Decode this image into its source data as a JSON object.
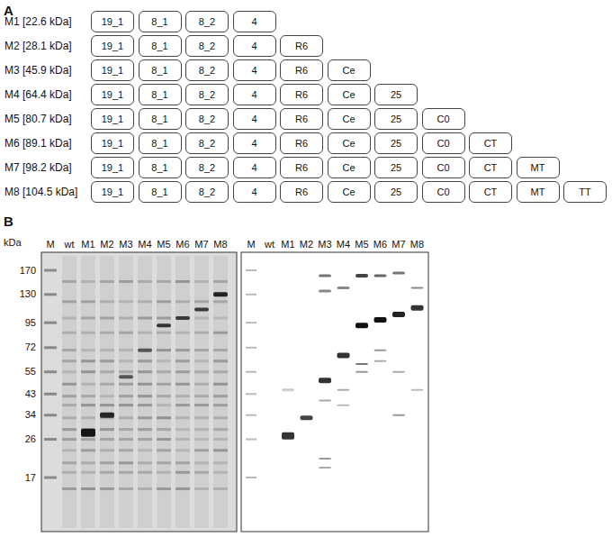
{
  "diagram": {
    "nodes": [
      {
        "text": [
          "19_1"
        ]
      },
      {
        "text": [
          "8_1"
        ]
      },
      {
        "text": [
          "8_2"
        ]
      },
      {
        "text": [
          "4"
        ]
      },
      {
        "text": [
          "19_1"
        ]
      },
      {
        "text": [
          "8_1"
        ]
      },
      {
        "text": [
          "8_2"
        ]
      },
      {
        "text": [
          "4"
        ]
      },
      {
        "text": [
          "R6"
        ]
      },
      {
        "text": [
          "19_1"
        ]
      },
      {
        "text": [
          "8_1"
        ]
      },
      {
        "text": [
          "8_2"
        ]
      },
      {
        "text": [
          "4"
        ]
      },
      {
        "text": [
          "R6"
        ]
      },
      {
        "text": [
          "Ce"
        ]
      },
      {
        "text": [
          "19_1"
        ]
      },
      {
        "text": [
          "8_1"
        ]
      },
      {
        "text": [
          "8_2"
        ]
      },
      {
        "text": [
          "4"
        ]
      },
      {
        "text": [
          "R6"
        ]
      },
      {
        "text": [
          "Ce"
        ]
      },
      {
        "text": [
          "25"
        ]
      },
      {
        "text": [
          "19_1"
        ]
      },
      {
        "text": [
          "8_1"
        ]
      },
      {
        "text": [
          "8_2"
        ]
      },
      {
        "text": [
          "4"
        ]
      },
      {
        "text": [
          "R6"
        ]
      },
      {
        "text": [
          "Ce"
        ]
      },
      {
        "text": [
          "25"
        ]
      },
      {
        "text": [
          "C0"
        ]
      },
      {
        "text": [
          "19_1"
        ]
      },
      {
        "text": [
          "8_1"
        ]
      },
      {
        "text": [
          "8_2"
        ]
      },
      {
        "text": [
          "4"
        ]
      },
      {
        "text": [
          "R6"
        ]
      },
      {
        "text": [
          "Ce"
        ]
      },
      {
        "text": [
          "25"
        ]
      },
      {
        "text": [
          "C0"
        ]
      },
      {
        "text": [
          "CT"
        ]
      },
      {
        "text": [
          "19_1"
        ]
      },
      {
        "text": [
          "8_1"
        ]
      },
      {
        "text": [
          "8_2"
        ]
      },
      {
        "text": [
          "4"
        ]
      },
      {
        "text": [
          "R6"
        ]
      },
      {
        "text": [
          "Ce"
        ]
      },
      {
        "text": [
          "25"
        ]
      },
      {
        "text": [
          "C0"
        ]
      },
      {
        "text": [
          "CT"
        ]
      },
      {
        "text": [
          "MT"
        ]
      },
      {
        "text": [
          "19_1"
        ]
      },
      {
        "text": [
          "8_1"
        ]
      },
      {
        "text": [
          "8_2"
        ]
      },
      {
        "text": [
          "4"
        ]
      },
      {
        "text": [
          "R6"
        ]
      },
      {
        "text": [
          "Ce"
        ]
      },
      {
        "text": [
          "25"
        ]
      },
      {
        "text": [
          "C0"
        ]
      },
      {
        "text": [
          "CT"
        ]
      },
      {
        "text": [
          "MT"
        ]
      },
      {
        "text": [
          "TT"
        ]
      }
    ],
    "labels": [
      "A",
      "M1 [22.6 kDa]",
      "M2 [28.1 kDa]",
      "M3 [45.9 kDa]",
      "M4 [64.4 kDa]",
      "M5 [80.7 kDa]",
      "M6 [89.1 kDa]",
      "M7 [98.2 kDa]",
      "M8 [104.5 kDa]",
      "B",
      "kDa",
      "170",
      "130",
      "95",
      "72",
      "55",
      "43",
      "34",
      "26",
      "17",
      "M",
      "wt",
      "M1",
      "M2",
      "M3",
      "M4",
      "M5",
      "M6",
      "M7",
      "M8",
      "M",
      "wt",
      "M1",
      "M2",
      "M3",
      "M4",
      "M5",
      "M6",
      "M7",
      "M8"
    ]
  }
}
